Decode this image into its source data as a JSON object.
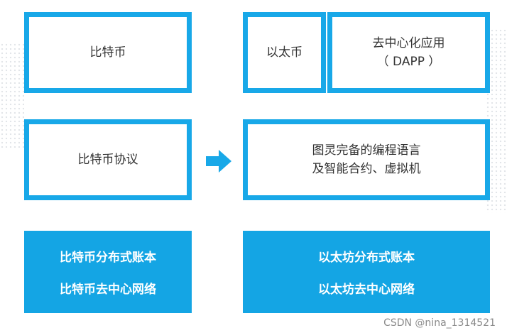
{
  "top_left": {
    "label": "比特币"
  },
  "top_mid": {
    "label": "以太币"
  },
  "top_right": {
    "line1": "去中心化应用",
    "line2": "（ DAPP ）"
  },
  "mid_left": {
    "label": "比特币协议"
  },
  "mid_right": {
    "line1": "图灵完备的编程语言",
    "line2": "及智能合约、虚拟机"
  },
  "bottom_left": {
    "line1": "比特币分布式账本",
    "line2": "比特币去中心网络"
  },
  "bottom_right": {
    "line1": "以太坊分布式账本",
    "line2": "以太坊去中心网络"
  },
  "arrow_icon": "arrow-right-icon",
  "watermark": "CSDN @nina_1314521",
  "colors": {
    "accent": "#18a8e8",
    "fill": "#14a5e4",
    "text": "#333333"
  }
}
